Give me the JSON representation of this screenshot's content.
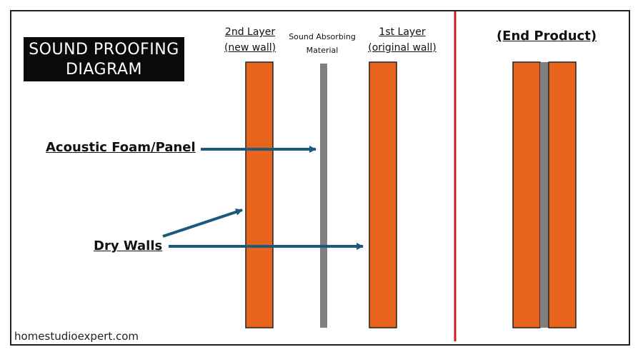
{
  "title": {
    "line1": "SOUND PROOFING",
    "line2": "DIAGRAM"
  },
  "columns": {
    "second_layer": {
      "line1": "2nd Layer",
      "line2": "(new wall)"
    },
    "absorbing": {
      "line1": "Sound Absorbing",
      "line2": "Material"
    },
    "first_layer": {
      "line1": "1st Layer",
      "line2": "(original wall)"
    },
    "end_product": "(End Product)"
  },
  "labels": {
    "acoustic_foam": "Acoustic Foam/Panel",
    "dry_walls": "Dry Walls"
  },
  "footer": "homestudioexpert.com",
  "colors": {
    "drywall": "#e8631c",
    "absorbing": "#808080",
    "arrow": "#1a5a7a",
    "divider": "#cc1f1f",
    "title_bg": "#0a0a0a"
  }
}
